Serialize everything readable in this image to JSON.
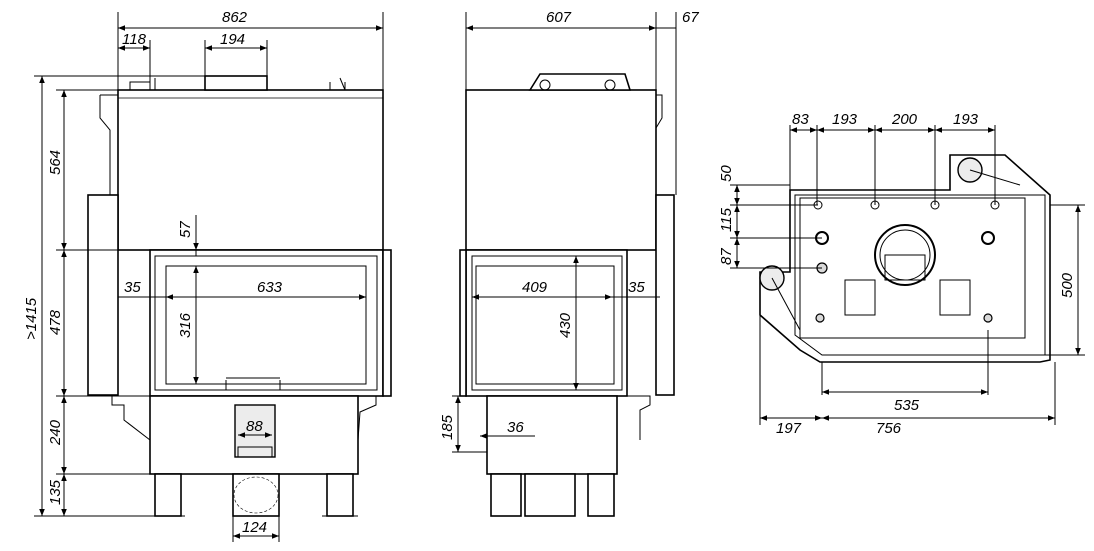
{
  "front": {
    "overall_width": "862",
    "top_left_offset": "118",
    "flue_width": "194",
    "overall_height": ">1415",
    "top_section": "564",
    "door_section": "478",
    "base_section": "240",
    "leg_height": "135",
    "door_top_gap": "57",
    "door_side_offset": "35",
    "glass_width": "633",
    "glass_height": "316",
    "air_inlet_width": "88",
    "duct_width": "124"
  },
  "side": {
    "depth": "607",
    "rear_offset": "67",
    "glass_width": "409",
    "glass_height": "430",
    "door_offset": "35",
    "step_height": "185",
    "step_depth": "36"
  },
  "plan": {
    "dim_a": "83",
    "dim_b": "193",
    "dim_c": "200",
    "dim_d": "193",
    "dim_e": "50",
    "dim_f": "115",
    "dim_g": "87",
    "right_depth": "500",
    "base_width": "535",
    "left_projection": "197",
    "total_width": "756"
  }
}
